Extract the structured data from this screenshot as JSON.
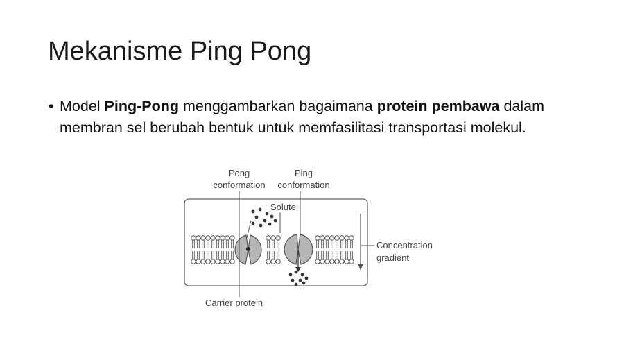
{
  "slide": {
    "title": "Mekanisme Ping Pong"
  },
  "bullet": {
    "seg1": "Model ",
    "seg2": "Ping-Pong",
    "seg3": " menggambarkan bagaimana ",
    "seg4": "protein pembawa",
    "seg5": " dalam membran sel berubah bentuk untuk memfasilitasi transportasi molekul."
  },
  "diagram": {
    "label_pong_1": "Pong",
    "label_pong_2": "conformation",
    "label_ping_1": "Ping",
    "label_ping_2": "conformation",
    "label_solute": "Solute",
    "label_gradient_1": "Concentration",
    "label_gradient_2": "gradient",
    "label_carrier": "Carrier protein",
    "colors": {
      "line": "#555555",
      "protein_fill": "#b5b5b5",
      "solute": "#333333"
    }
  }
}
